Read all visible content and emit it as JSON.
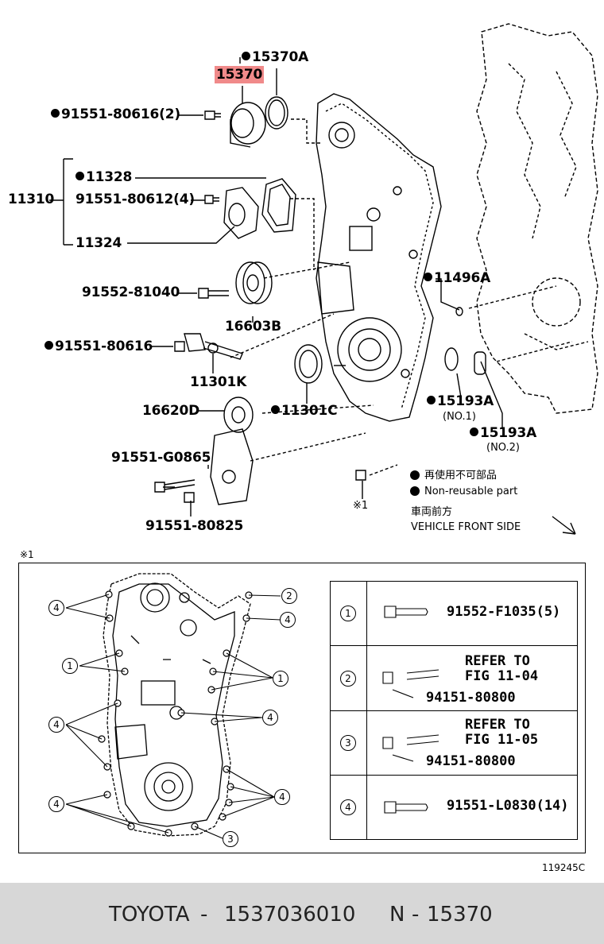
{
  "diagram": {
    "callouts": {
      "c15370A": "15370A",
      "c15370": "15370",
      "c91551_80616_2": "91551-80616(2)",
      "c11328": "11328",
      "c11310": "11310",
      "c91551_80612_4": "91551-80612(4)",
      "c11324": "11324",
      "c91552_81040": "91552-81040",
      "c16603B": "16603B",
      "c11496A": "11496A",
      "c91551_80616": "91551-80616",
      "c11301K": "11301K",
      "c11301C": "11301C",
      "c15193A_1": "15193A",
      "c_no1": "(NO.1)",
      "c15193A_2": "15193A",
      "c_no2": "(NO.2)",
      "c16620D": "16620D",
      "c91551_G0865": "91551-G0865",
      "c91551_80825": "91551-80825",
      "c_note1": "※1"
    },
    "legend": {
      "reuse_jp": "再使用不可部品",
      "reuse_en": "Non-reusable part",
      "front_jp": "車両前方",
      "front_en": "VEHICLE FRONT SIDE"
    },
    "inset_label": "※1",
    "inset_table": [
      {
        "num": "1",
        "line1": "91552-F1035(5)",
        "line2": "",
        "line3": ""
      },
      {
        "num": "2",
        "line1": "REFER TO",
        "line2": "FIG 11-04",
        "line3": "94151-80800"
      },
      {
        "num": "3",
        "line1": "REFER TO",
        "line2": "FIG 11-05",
        "line3": "94151-80800"
      },
      {
        "num": "4",
        "line1": "91551-L0830(14)",
        "line2": "",
        "line3": ""
      }
    ],
    "inset_markers": {
      "m1": "1",
      "m2": "2",
      "m3": "3",
      "m4": "4"
    },
    "fig_code": "119245C"
  },
  "footer": {
    "brand": "TOYOTA",
    "sep1": "-",
    "part_number": "1537036010",
    "suffix": "N",
    "sep2": "-",
    "short_number": "15370"
  }
}
